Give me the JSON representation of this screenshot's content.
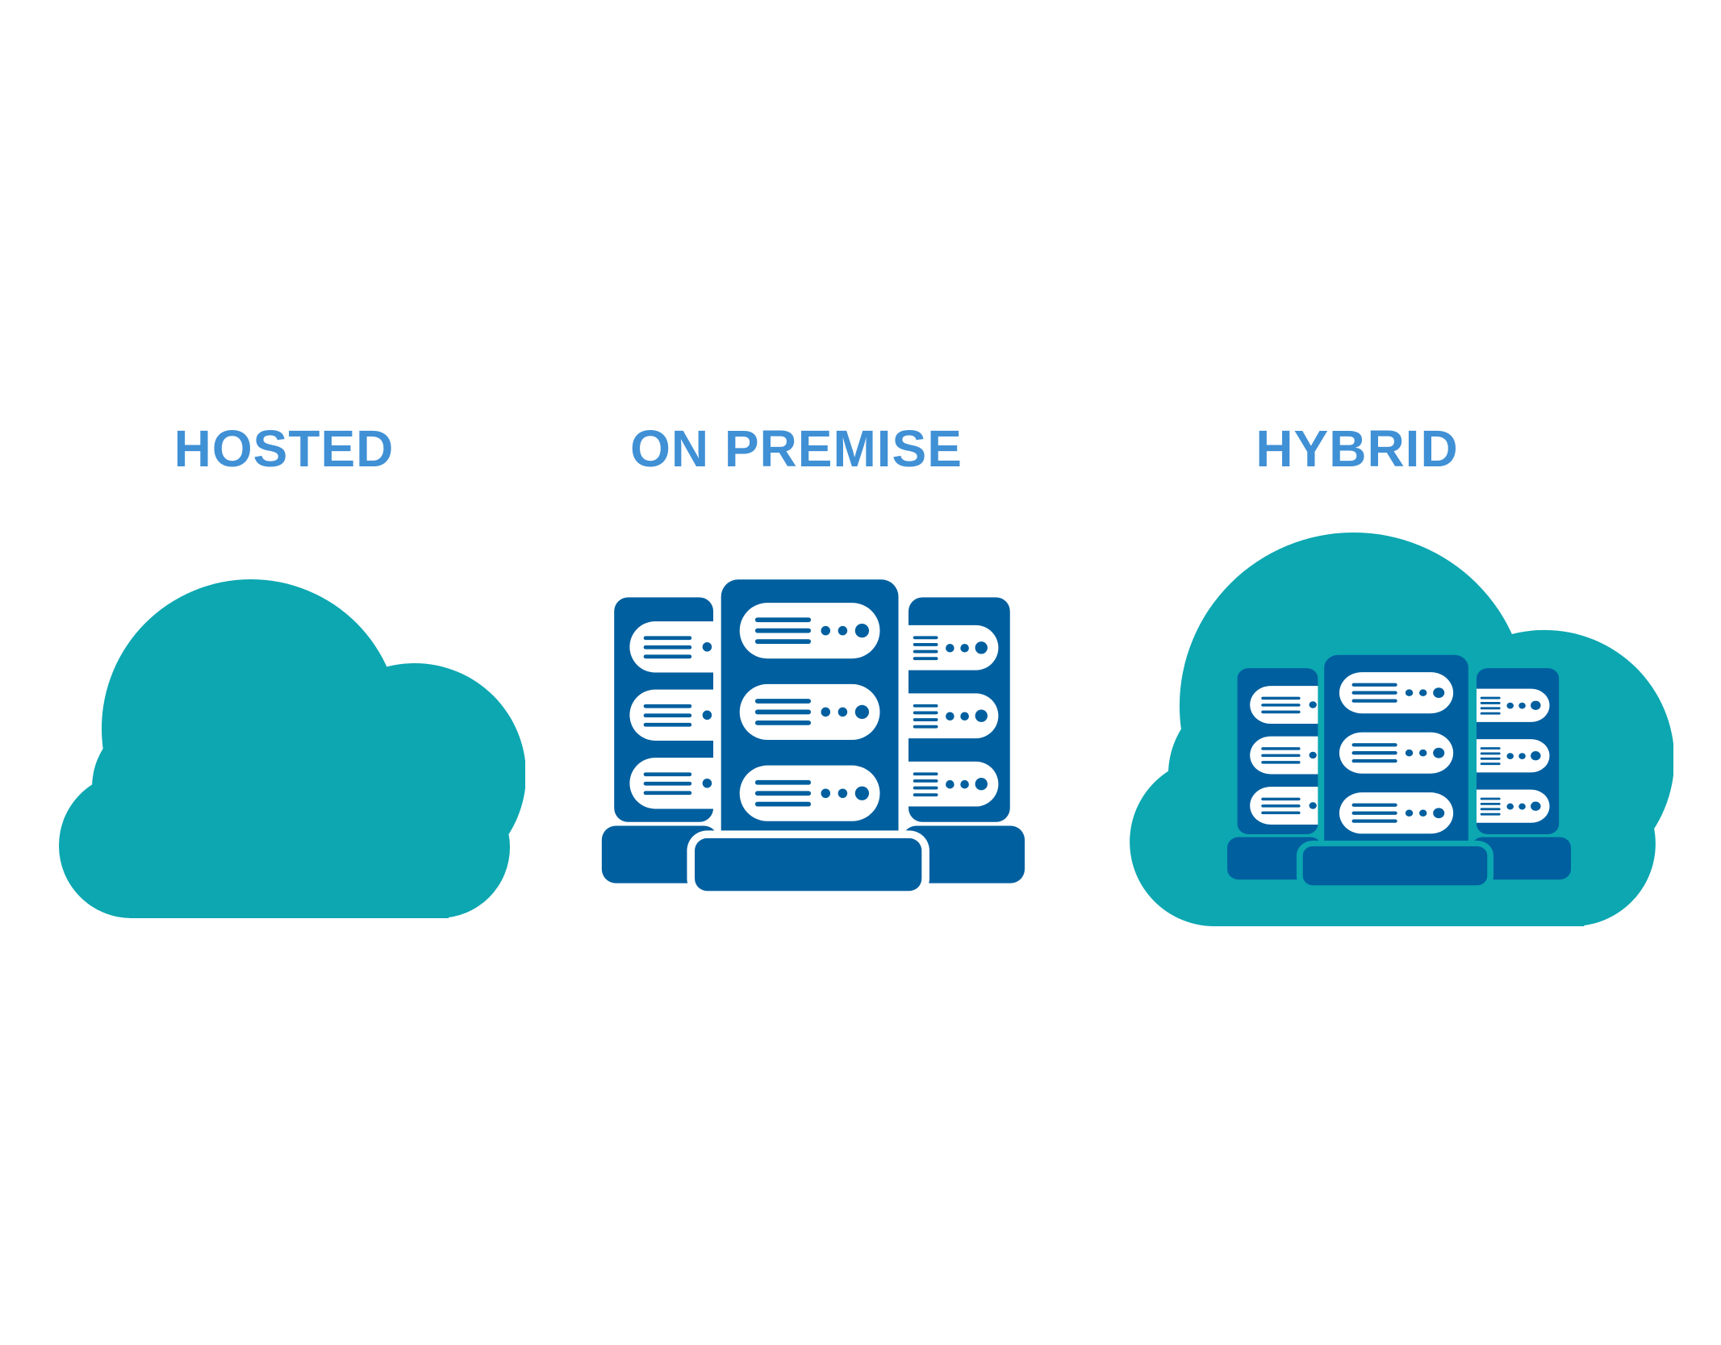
{
  "page": {
    "type": "cloud-deployment-models-diagram"
  },
  "colors": {
    "teal": "#0ca7b1",
    "blue": "#005f9f",
    "label": "#4090d5",
    "bg": "#ffffff"
  },
  "items": [
    {
      "id": "hosted",
      "label": "HOSTED",
      "icon": "cloud-icon"
    },
    {
      "id": "on-premise",
      "label": "ON PREMISE",
      "icon": "server-rack-icon"
    },
    {
      "id": "hybrid",
      "label": "HYBRID",
      "icon": "cloud-server-rack-icon"
    }
  ]
}
